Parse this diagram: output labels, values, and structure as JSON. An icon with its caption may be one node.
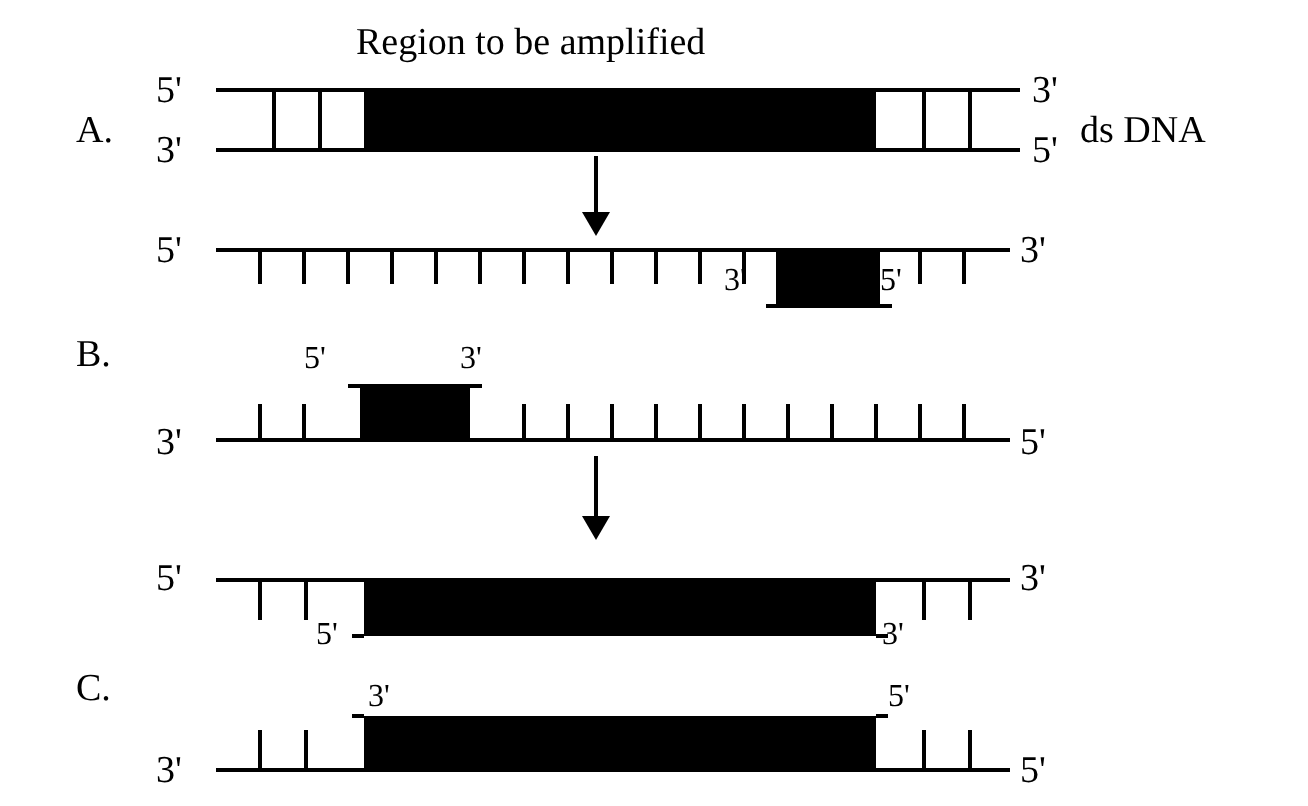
{
  "diagram": {
    "labels": [
      "Region to be amplified",
      "5'",
      "3'",
      "A.",
      "ds DNA",
      "3'",
      "5'",
      "5'",
      "3'",
      "3'",
      "5'",
      "B.",
      "5'",
      "3'",
      "3'",
      "5'",
      "5'",
      "3'",
      "5'",
      "3'",
      "C.",
      "3'",
      "5'",
      "3'",
      "5'"
    ]
  }
}
